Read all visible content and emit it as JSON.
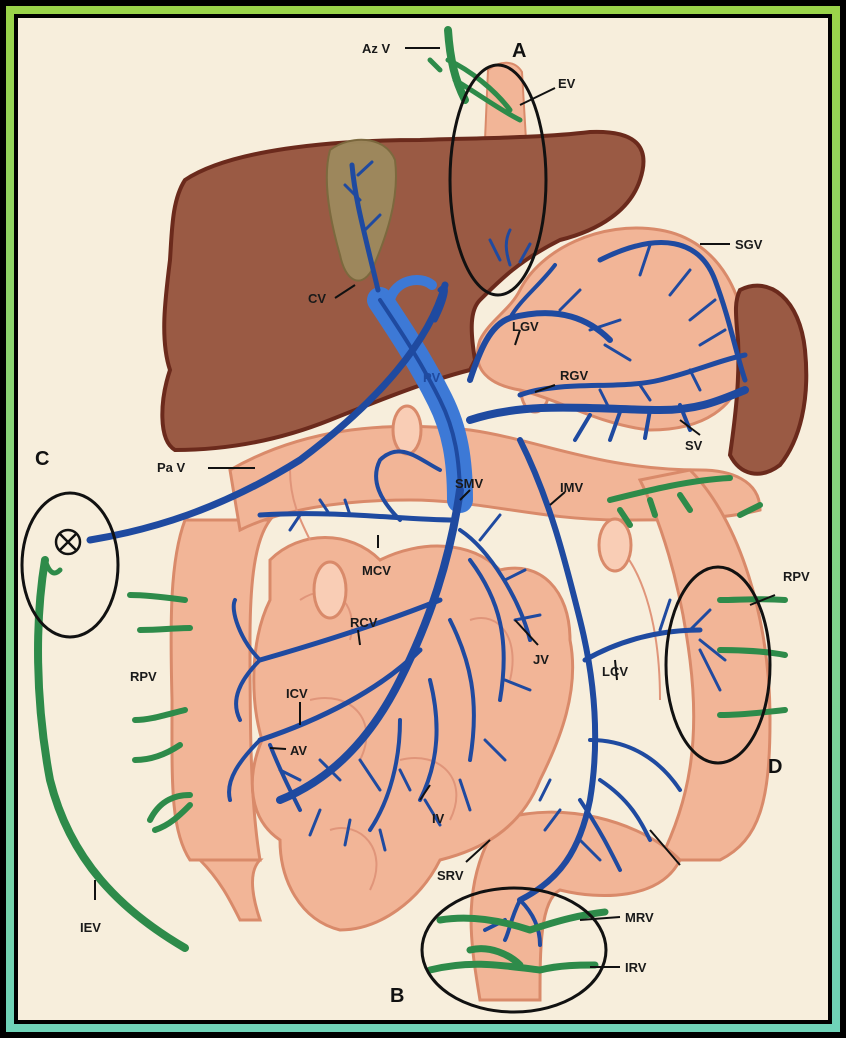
{
  "labels": {
    "azv": "Az V",
    "ev": "EV",
    "sgv": "SGV",
    "cv": "CV",
    "lgv": "LGV",
    "pv": "PV",
    "rgv": "RGV",
    "sv": "SV",
    "pav": "Pa V",
    "smv": "SMV",
    "imv": "IMV",
    "mcv": "MCV",
    "rcv": "RCV",
    "rpv_left": "RPV",
    "rpv_right": "RPV",
    "jv": "JV",
    "lcv": "LCV",
    "icv": "ICV",
    "av": "AV",
    "iv": "IV",
    "srv": "SRV",
    "mrv": "MRV",
    "irv": "IRV",
    "iev": "IEV"
  },
  "regions": {
    "a": "A",
    "b": "B",
    "c": "C",
    "d": "D"
  },
  "colors": {
    "border_outer": "#9ad44a",
    "border_inner": "#6fd3b8",
    "background": "#f7eedc",
    "liver": "#9a5a44",
    "liver_edge": "#6b2a1c",
    "gallbladder": "#9e8a5e",
    "bowel": "#f2b597",
    "bowel_edge": "#d98a6a",
    "portal_vein": "#1f4aa0",
    "portal_vein_light": "#3d79d6",
    "systemic_vein": "#2e8b4a",
    "circle": "#111111"
  }
}
